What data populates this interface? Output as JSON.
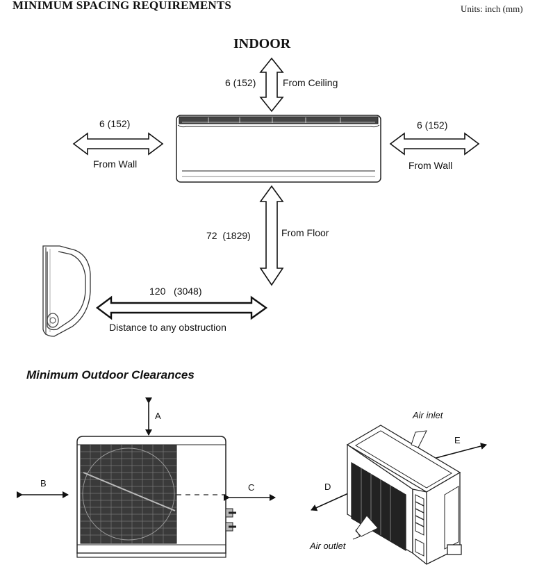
{
  "header": {
    "title": "MINIMUM SPACING REQUIREMENTS",
    "units": "Units: inch (mm)"
  },
  "indoor": {
    "label": "INDOOR",
    "ceiling": {
      "value": "6 (152)",
      "label": "From Ceiling"
    },
    "wall_left": {
      "value": "6 (152)",
      "label": "From Wall"
    },
    "wall_right": {
      "value": "6 (152)",
      "label": "From Wall"
    },
    "floor": {
      "value": "72  (1829)",
      "label": "From Floor"
    },
    "obstruction": {
      "value": "120   (3048)",
      "label": "Distance to any obstruction"
    }
  },
  "outdoor": {
    "title": "Minimum Outdoor Clearances",
    "labels": {
      "a": "A",
      "b": "B",
      "c": "C",
      "d": "D",
      "e": "E"
    },
    "air_inlet": "Air inlet",
    "air_outlet": "Air outlet"
  },
  "icons": [
    "double-arrow-icon",
    "indoor-unit-icon",
    "outdoor-unit-icon"
  ]
}
